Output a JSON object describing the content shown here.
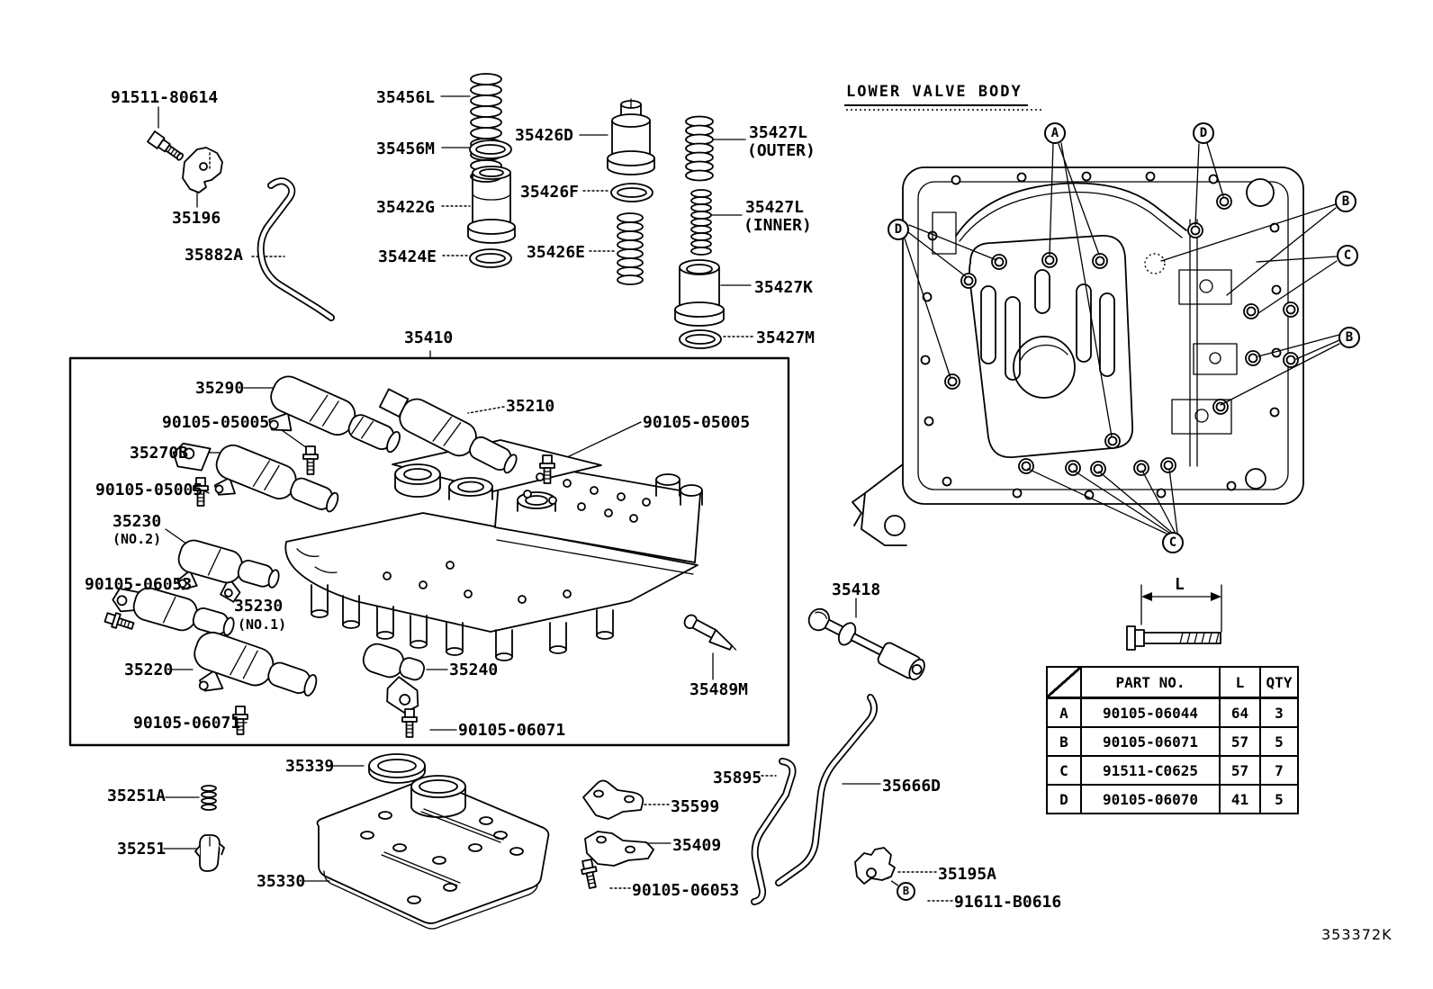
{
  "doc": {
    "title": "LOWER VALVE BODY",
    "code": "353372K"
  },
  "parts": {
    "p91511_80614": "91511-80614",
    "p35196": "35196",
    "p35882a": "35882A",
    "p35456l": "35456L",
    "p35456m": "35456M",
    "p35426d": "35426D",
    "p35422g": "35422G",
    "p35426f": "35426F",
    "p35424e": "35424E",
    "p35426e": "35426E",
    "p35427l": "35427L",
    "p35427k": "35427K",
    "p35427m": "35427M",
    "p35410": "35410",
    "p35290": "35290",
    "p90105_05005": "90105-05005",
    "p35270b": "35270B",
    "p35230": "35230",
    "p90105_06053": "90105-06053",
    "p35220": "35220",
    "p35240": "35240",
    "p90105_06071": "90105-06071",
    "p35210": "35210",
    "p35418": "35418",
    "p35489m": "35489M",
    "p35339": "35339",
    "p35251a": "35251A",
    "p35251": "35251",
    "p35330": "35330",
    "p35599": "35599",
    "p35409": "35409",
    "p35895": "35895",
    "p35666d": "35666D",
    "p35195a": "35195A",
    "p91611_b0616": "91611-B0616"
  },
  "notes": {
    "outer": "(OUTER)",
    "inner": "(INNER)",
    "no1": "(NO.1)",
    "no2": "(NO.2)"
  },
  "callouts": {
    "a": "A",
    "b": "B",
    "c": "C",
    "d": "D"
  },
  "dimension": {
    "label": "L"
  },
  "bolt_table": {
    "headers": {
      "part_no": "PART NO.",
      "length": "L",
      "qty": "QTY"
    },
    "rows": [
      {
        "key": "A",
        "part_no": "90105-06044",
        "length": "64",
        "qty": "3"
      },
      {
        "key": "B",
        "part_no": "90105-06071",
        "length": "57",
        "qty": "5"
      },
      {
        "key": "C",
        "part_no": "91511-C0625",
        "length": "57",
        "qty": "7"
      },
      {
        "key": "D",
        "part_no": "90105-06070",
        "length": "41",
        "qty": "5"
      }
    ]
  }
}
